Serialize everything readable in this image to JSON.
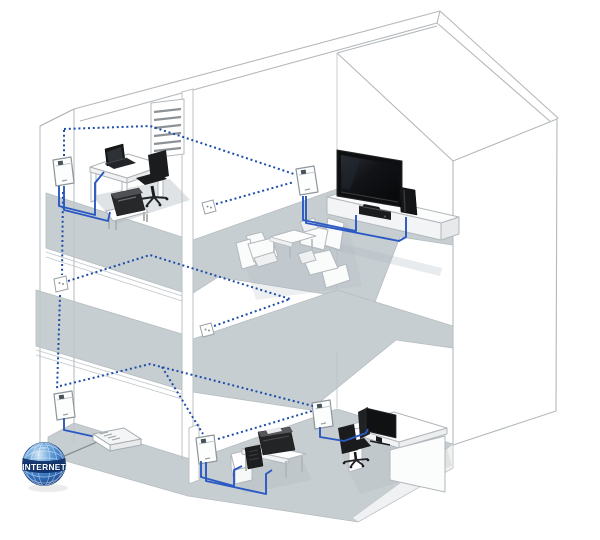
{
  "diagram": {
    "kind": "powerline-home-network-cutaway",
    "internet_label": "INTERNET",
    "floors": [
      "top-floor-office-and-living-room",
      "middle-floor",
      "ground-floor-office"
    ],
    "colors": {
      "floor_gray": "#c7ced2",
      "outline_gray": "#b4b9bc",
      "powerline_dotted_blue": "#1c4da8",
      "ethernet_cable_blue": "#2b59c3",
      "globe_sphere_blue": "#3f85d6",
      "globe_band_navy": "#10316b",
      "device_dark": "#1d1e20",
      "furniture_white": "#fafbfb"
    },
    "nodes": [
      {
        "id": "internet",
        "label": "INTERNET",
        "type": "internet-globe",
        "location": "outside-bottom-left"
      },
      {
        "id": "modem-router",
        "type": "modem",
        "floor": "ground"
      },
      {
        "id": "adapter-ground-wall",
        "type": "powerline-adapter",
        "floor": "ground"
      },
      {
        "id": "adapter-ground-partition",
        "type": "powerline-adapter",
        "floor": "ground"
      },
      {
        "id": "adapter-ground-rear",
        "type": "powerline-adapter",
        "floor": "ground"
      },
      {
        "id": "adapter-office",
        "type": "powerline-adapter",
        "floor": "top"
      },
      {
        "id": "adapter-living",
        "type": "powerline-adapter",
        "floor": "top"
      },
      {
        "id": "outlet-top-partition",
        "type": "wall-outlet",
        "floor": "top"
      },
      {
        "id": "outlet-middle-left",
        "type": "wall-outlet",
        "floor": "middle"
      },
      {
        "id": "outlet-middle-rear",
        "type": "wall-outlet",
        "floor": "middle"
      },
      {
        "id": "laptop",
        "type": "device",
        "floor": "top"
      },
      {
        "id": "printer-office",
        "type": "device",
        "floor": "top"
      },
      {
        "id": "office-chair",
        "type": "furniture",
        "floor": "top"
      },
      {
        "id": "tv",
        "type": "device",
        "floor": "top"
      },
      {
        "id": "game-console",
        "type": "device",
        "floor": "top"
      },
      {
        "id": "media-player",
        "type": "device",
        "floor": "top"
      },
      {
        "id": "armchairs-and-table",
        "type": "furniture",
        "floor": "top"
      },
      {
        "id": "printer-ground",
        "type": "device",
        "floor": "ground"
      },
      {
        "id": "nas",
        "type": "device",
        "floor": "ground"
      },
      {
        "id": "desktop-monitor",
        "type": "device",
        "floor": "ground"
      }
    ],
    "connections": {
      "ethernet_solid_blue": [
        [
          "internet",
          "modem-router"
        ],
        [
          "modem-router",
          "adapter-ground-wall"
        ],
        [
          "adapter-office",
          "laptop"
        ],
        [
          "adapter-office",
          "printer-office"
        ],
        [
          "adapter-living",
          "media-player"
        ],
        [
          "adapter-living",
          "game-console"
        ],
        [
          "adapter-ground-partition",
          "nas"
        ],
        [
          "adapter-ground-partition",
          "printer-ground"
        ],
        [
          "adapter-ground-rear",
          "desktop-monitor"
        ]
      ],
      "powerline_dotted_blue": [
        [
          "adapter-office",
          "adapter-living"
        ],
        [
          "outlet-top-partition",
          "adapter-living"
        ],
        [
          "adapter-office",
          "outlet-middle-left"
        ],
        [
          "outlet-middle-left",
          "outlet-middle-rear"
        ],
        [
          "outlet-middle-left",
          "adapter-ground-wall"
        ],
        [
          "adapter-ground-wall",
          "adapter-ground-rear"
        ],
        [
          "adapter-ground-wall",
          "adapter-ground-partition"
        ],
        [
          "adapter-ground-partition",
          "adapter-ground-rear"
        ]
      ]
    }
  }
}
